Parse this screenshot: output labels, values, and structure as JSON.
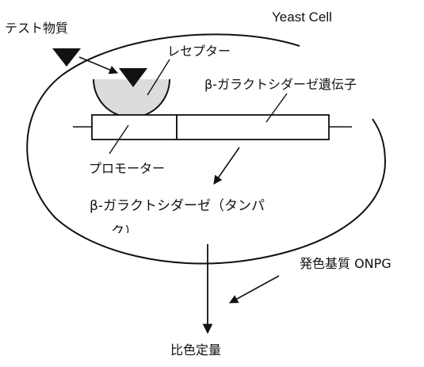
{
  "title": "Yeast Cell",
  "labels": {
    "test_substance": "テスト物質",
    "receptor": "レセプター",
    "gene": "β-ガラクトシダーゼ遺伝子",
    "promoter": "プロモーター",
    "protein_line1": "β-ガラクトシダーゼ（タンパ",
    "protein_line2": "ク）",
    "substrate": "発色基質 ONPG",
    "measurement": "比色定量"
  }
}
